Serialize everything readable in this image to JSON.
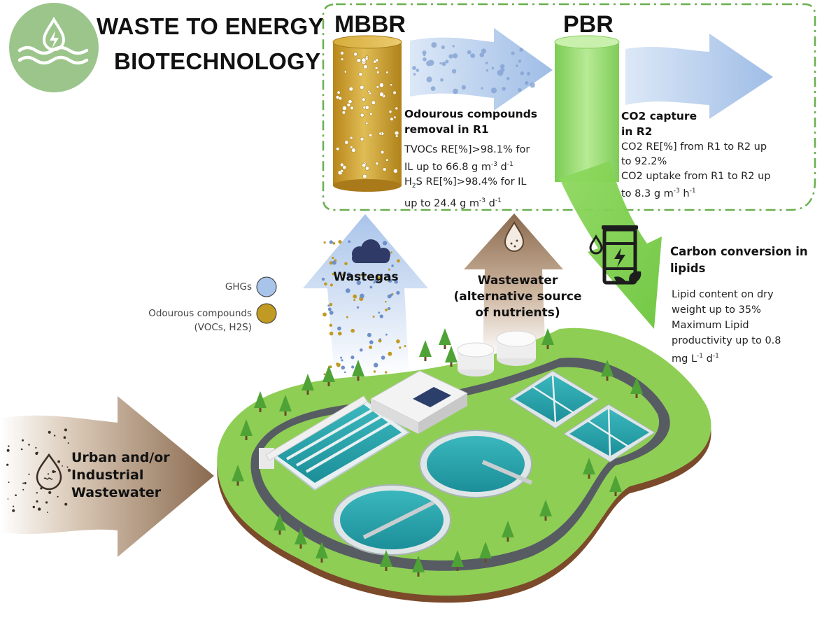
{
  "title": {
    "line1": "WASTE TO ENERGY",
    "line2": "BIOTECHNOLOGY"
  },
  "reactors": {
    "mbbr": "MBBR",
    "pbr": "PBR"
  },
  "r1": {
    "heading1": "Odourous compounds",
    "heading2": "removal in R1",
    "tvoc1": "TVOCs RE[%]>98.1% for",
    "tvoc2a": "IL up to 66.8 g m",
    "tvoc2_exp1": "-3",
    "tvoc2b": " d",
    "tvoc2_exp2": "-1",
    "h2s1a": "H",
    "h2s1_sub": "2",
    "h2s1b": "S RE[%]>98.4% for IL",
    "h2s2a": "up to 24.4 g m",
    "h2s2_exp1": "-3",
    "h2s2b": " d",
    "h2s2_exp2": "-1"
  },
  "r2": {
    "heading1": "CO2 capture",
    "heading2": "in R2",
    "re1": "CO2 RE[%] from R1 to R2 up",
    "re2": "to 92.2%",
    "up1": "CO2 uptake from R1 to R2 up",
    "up2a": "to 8.3 g m",
    "up2_exp1": "-3",
    "up2b": " h",
    "up2_exp2": "-1"
  },
  "lipids": {
    "heading1": "Carbon conversion in",
    "heading2": "lipids",
    "l1": "Lipid content on dry",
    "l2": "weight up to 35%",
    "l3": "Maximum Lipid",
    "l4": "productivity up to 0.8",
    "l5a": "mg L",
    "l5_exp1": "-1",
    "l5b": " d",
    "l5_exp2": "-1"
  },
  "legend": {
    "ghg": "GHGs",
    "odour1": "Odourous compounds",
    "odour2": "(VOCs, H2S)",
    "ghg_color": "#a9c4ea",
    "odour_color": "#c09a22"
  },
  "flows": {
    "wastegas": "Wastegas",
    "ww1": "Wastewater",
    "ww2": "(alternative source",
    "ww3": "of nutrients)",
    "in1": "Urban and/or",
    "in2": "Industrial",
    "in3": "Wastewater"
  },
  "colors": {
    "logo_green": "#9cc58c",
    "gold": "#c9a02a",
    "pbr_green": "#94d86a",
    "gas_blue": "#a9c4ea",
    "brown": "#8a6a4f",
    "dash_green": "#69b04f"
  },
  "icons": [
    "water-drop-energy-icon",
    "cloud-icon",
    "water-drop-icon",
    "biofuel-barrel-icon"
  ]
}
